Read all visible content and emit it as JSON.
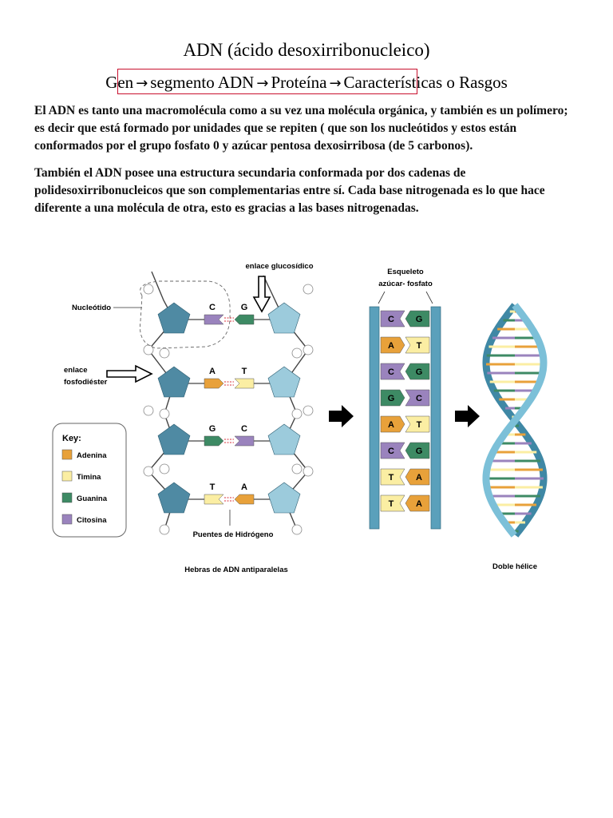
{
  "title": "ADN (ácido desoxirribonucleico)",
  "flow": {
    "items": [
      "Gen",
      "segmento ADN",
      "Proteína",
      "Características o Rasgos"
    ],
    "arrow": "→"
  },
  "paragraphs": [
    "El ADN es tanto una macromolécula como a su vez una molécula orgánica, y también es un polímero; es decir que está formado por unidades que se repiten ( que son los nucleótidos y estos están conformados por el grupo fosfato 0 y azúcar pentosa dexosirribosa (de 5 carbonos).",
    "También el ADN posee una estructura secundaria conformada por dos cadenas de polidesoxirribonucleicos que son complementarias entre sí. Cada base nitrogenada es lo que hace diferente a una molécula de otra, esto es gracias a las bases nitrogenadas."
  ],
  "diagram": {
    "labels": {
      "glycosidic": "enlace glucosídico",
      "nucleotide": "Nucleótido",
      "phosphodiester_1": "enlace",
      "phosphodiester_2": "fosfodiéster",
      "hydrogen": "Puentes de Hidrógeno",
      "strands_caption": "Hebras de ADN antiparalelas",
      "backbone_1": "Esqueleto",
      "backbone_2": "azúcar- fosfato",
      "helix_caption": "Doble hélice"
    },
    "key": {
      "title": "Key:",
      "items": [
        {
          "label": "Adenina",
          "color": "#e8a13a"
        },
        {
          "label": "Timina",
          "color": "#fbeea3"
        },
        {
          "label": "Guanina",
          "color": "#3d8a64"
        },
        {
          "label": "Citosina",
          "color": "#9a83bd"
        }
      ]
    },
    "strand_pairs": [
      [
        "C",
        "G"
      ],
      [
        "A",
        "T"
      ],
      [
        "G",
        "C"
      ],
      [
        "T",
        "A"
      ]
    ],
    "ladder_pairs": [
      [
        "C",
        "G"
      ],
      [
        "A",
        "T"
      ],
      [
        "C",
        "G"
      ],
      [
        "G",
        "C"
      ],
      [
        "A",
        "T"
      ],
      [
        "C",
        "G"
      ],
      [
        "T",
        "A"
      ],
      [
        "T",
        "A"
      ]
    ],
    "colors": {
      "sugar_left": "#4f8aa3",
      "sugar_right": "#9ccbdc",
      "rail": "#5aa0bb",
      "adenine": "#e8a13a",
      "thymine": "#fbeea3",
      "guanine": "#3d8a64",
      "cytosine": "#9a83bd",
      "hbond": "#d9303b",
      "box_border": "#c8102e"
    }
  }
}
